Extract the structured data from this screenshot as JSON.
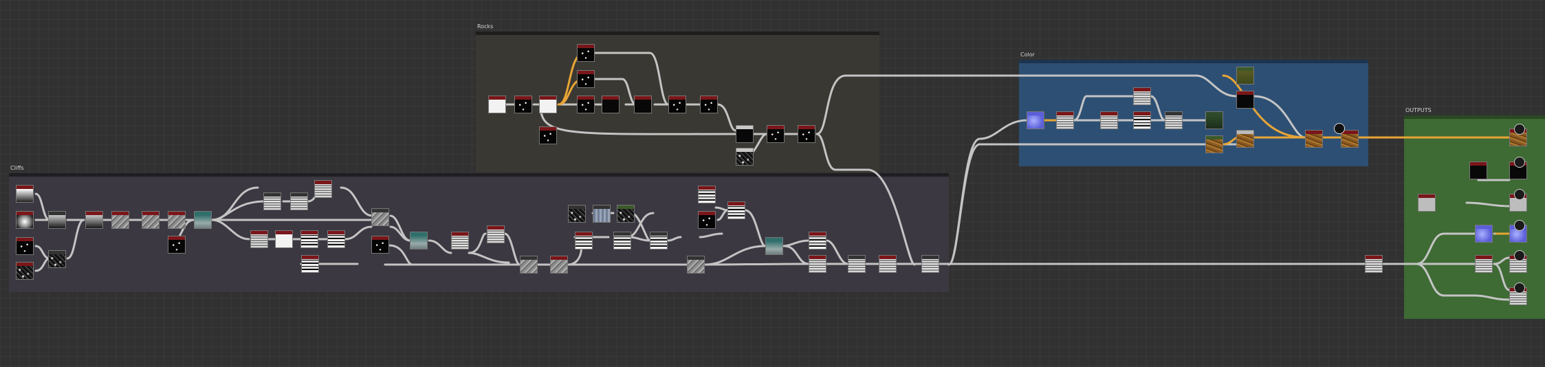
{
  "frames": [
    {
      "id": "rocks",
      "label": "Rocks"
    },
    {
      "id": "cliffs",
      "label": "Cliffs"
    },
    {
      "id": "color",
      "label": "Color"
    },
    {
      "id": "outputs",
      "label": "OUTPUTS"
    }
  ],
  "colors": {
    "canvas": "#313131",
    "wire": "#c4c4c4",
    "wire_active": "#e8a535",
    "node_header": "#7a1619",
    "rocks_frame": "#3a3832",
    "cliffs_frame": "#3b3841",
    "color_frame": "#2d4f74",
    "outputs_frame": "#3e6a34"
  },
  "icons": {
    "output_pin": "output-pin-icon"
  }
}
